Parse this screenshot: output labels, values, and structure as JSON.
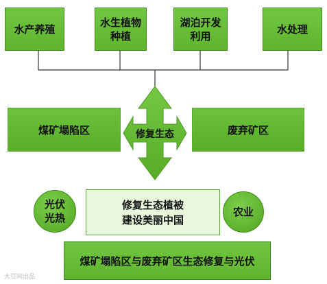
{
  "top_row": [
    {
      "id": "aquaculture",
      "lines": [
        "水产养殖"
      ]
    },
    {
      "id": "aquatic-planting",
      "lines": [
        "水生植物",
        "种植"
      ]
    },
    {
      "id": "lake-development",
      "lines": [
        "湖泊开发",
        "利用"
      ]
    },
    {
      "id": "water-treatment",
      "lines": [
        "水处理"
      ]
    }
  ],
  "middle": {
    "left": "煤矿塌陷区",
    "center": "修复生态",
    "right": "废弃矿区"
  },
  "lower": {
    "left_circle": [
      "光伏",
      "光热"
    ],
    "center_box": [
      "修复生态植被",
      "建设美丽中国"
    ],
    "right_circle": "农业"
  },
  "bottom": "煤矿塌陷区与废弃矿区生态修复与光伏",
  "watermark": "大豆网出品",
  "colors": {
    "green": "#5fb52e",
    "light_green": "#e9f7dc",
    "line": "#333333"
  }
}
